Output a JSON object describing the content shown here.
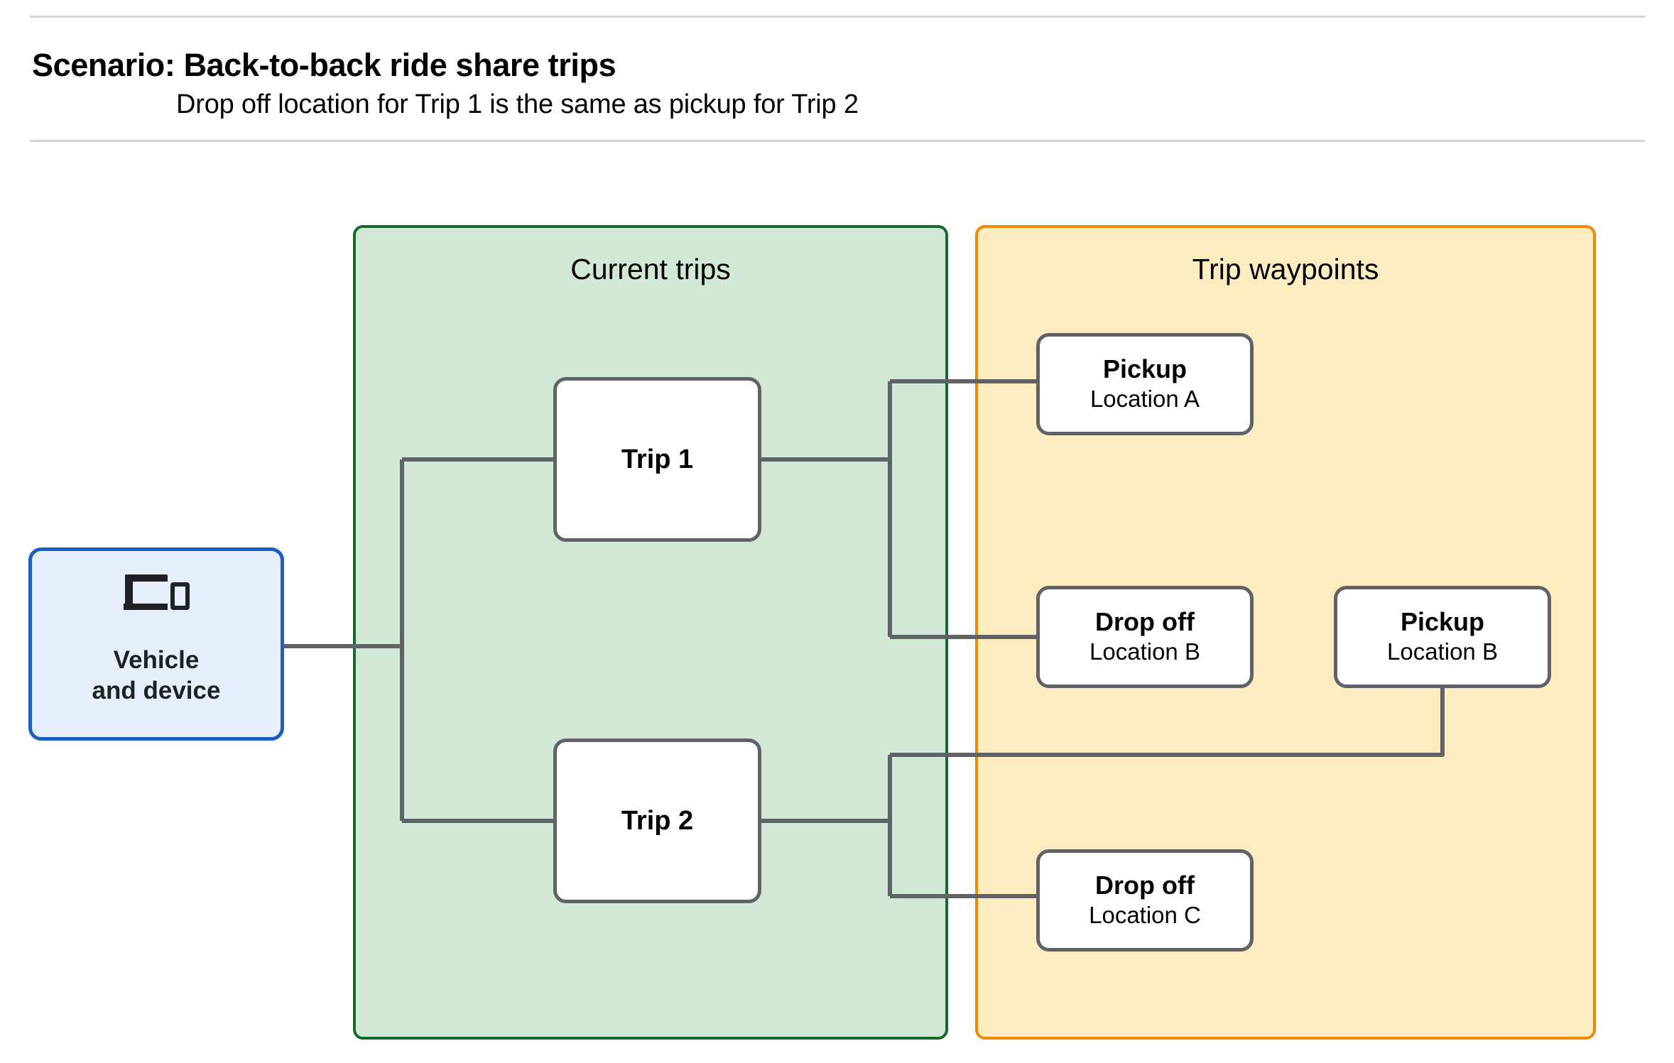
{
  "header": {
    "title": "Scenario: Back-to-back ride share trips",
    "subtitle": "Drop off  location for Trip 1 is the same as pickup for Trip 2"
  },
  "colors": {
    "current_trips_fill": "#d2e8d7",
    "current_trips_border": "#15692f",
    "trip_waypoints_fill": "#fcecc0",
    "trip_waypoints_border": "#f2870d",
    "vehicle_fill": "#e8effc",
    "vehicle_border": "#1a5fc4",
    "node_border": "#5f6368",
    "connector": "#5f6368",
    "rule": "#d4d4d4"
  },
  "source_node": {
    "icon": "devices-icon",
    "label_line_1": "Vehicle",
    "label_line_2": "and device"
  },
  "groups": [
    {
      "id": "current-trips",
      "title": "Current trips"
    },
    {
      "id": "trip-waypoints",
      "title": "Trip waypoints"
    }
  ],
  "trips": [
    {
      "id": "trip-1",
      "label": "Trip 1"
    },
    {
      "id": "trip-2",
      "label": "Trip 2"
    }
  ],
  "waypoints": [
    {
      "id": "pickup-a",
      "type": "Pickup",
      "location": "Location A"
    },
    {
      "id": "dropoff-b",
      "type": "Drop off",
      "location": "Location B"
    },
    {
      "id": "pickup-b",
      "type": "Pickup",
      "location": "Location B"
    },
    {
      "id": "dropoff-c",
      "type": "Drop off",
      "location": "Location C"
    }
  ]
}
